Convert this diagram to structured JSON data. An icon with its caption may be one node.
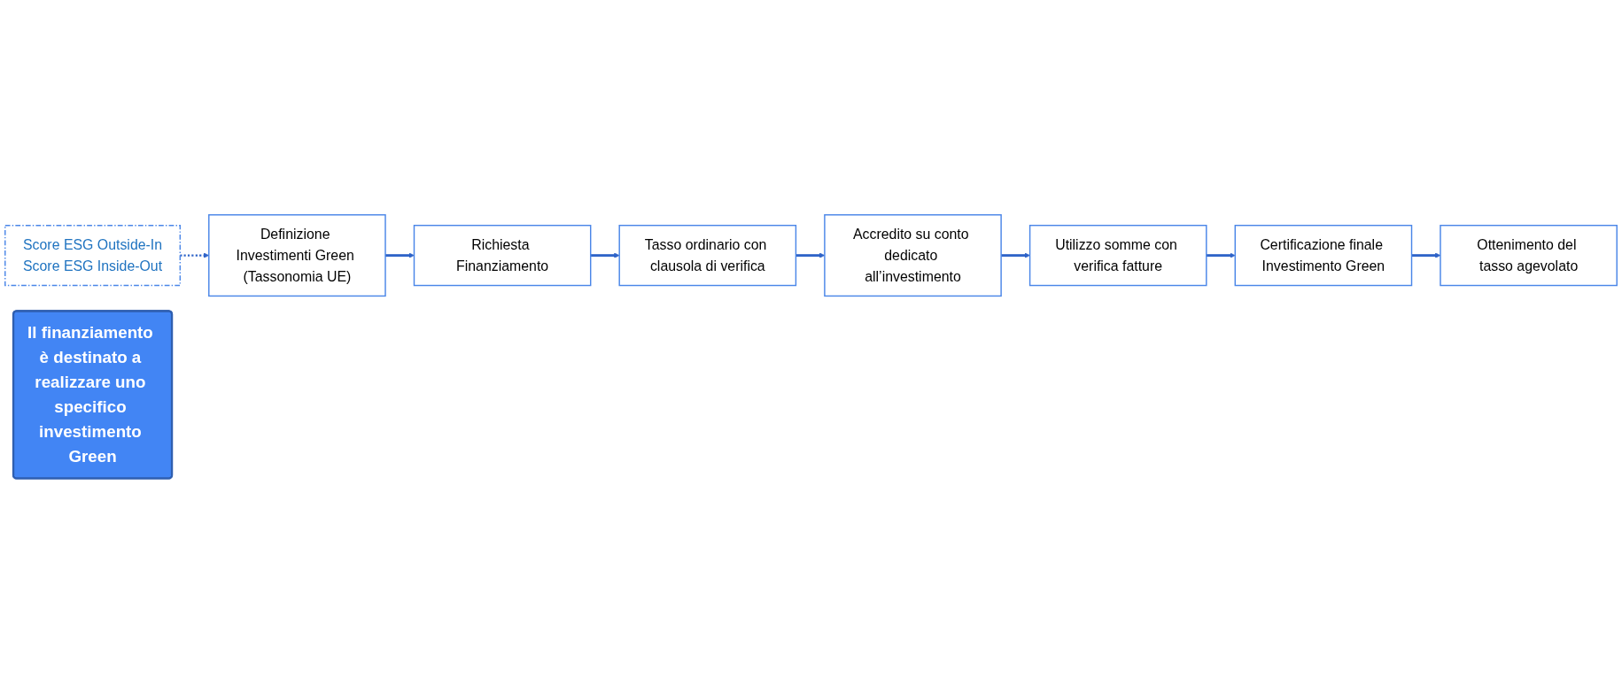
{
  "diagram": {
    "nodes": [
      {
        "text": [
          "Score ESG Outside-In",
          "Score ESG Inside-Out"
        ]
      },
      {
        "text": [
          "Definizione Investimenti Green (Tassonomia UE)"
        ]
      },
      {
        "text": [
          "Richiesta Finanziamento"
        ]
      },
      {
        "text": [
          "Tasso ordinario con clausola di verifica"
        ]
      },
      {
        "text": [
          "Accredito su conto dedicato all’investimento"
        ]
      },
      {
        "text": [
          "Utilizzo somme con verifica fatture"
        ]
      },
      {
        "text": [
          "Certificazione finale Investimento Green"
        ]
      },
      {
        "text": [
          "Ottenimento del tasso agevolato"
        ]
      },
      {
        "text": [
          "Il finanziamento è destinato a realizzare uno specifico investimento Green"
        ]
      }
    ],
    "edges": [
      {
        "from": 0,
        "to": 1,
        "arrow": "to",
        "style": "dashed"
      },
      {
        "from": 1,
        "to": 2,
        "arrow": "to"
      },
      {
        "from": 2,
        "to": 3,
        "arrow": "to"
      },
      {
        "from": 3,
        "to": 4,
        "arrow": "to"
      },
      {
        "from": 4,
        "to": 5,
        "arrow": "to"
      },
      {
        "from": 5,
        "to": 6,
        "arrow": "to"
      },
      {
        "from": 6,
        "to": 7,
        "arrow": "to"
      }
    ]
  }
}
